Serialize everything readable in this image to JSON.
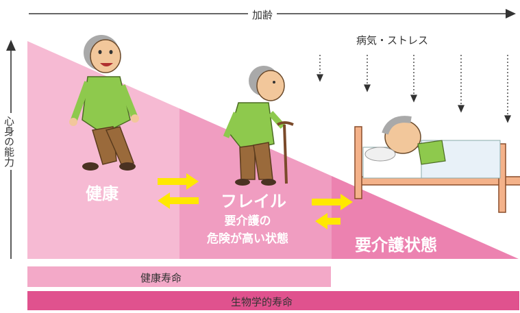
{
  "header": {
    "aging_label": "加齢"
  },
  "axis": {
    "vertical_label": "心身の能力"
  },
  "stress": {
    "label": "病気・ストレス"
  },
  "stages": {
    "healthy": "健康",
    "frail": "フレイル",
    "frail_desc_line1": "要介護の",
    "frail_desc_line2": "危険が高い状態",
    "care": "要介護状態"
  },
  "bars": {
    "health_lifespan": "健康寿命",
    "bio_lifespan": "生物学的寿命"
  },
  "colors": {
    "pink_light": "#f5b8d2",
    "pink_mid": "#ef9cc0",
    "pink_dark": "#e8679f",
    "arrow_yellow": "#ffe800",
    "bar_health": "#f3a9c8",
    "bar_bio": "#e0528e"
  }
}
